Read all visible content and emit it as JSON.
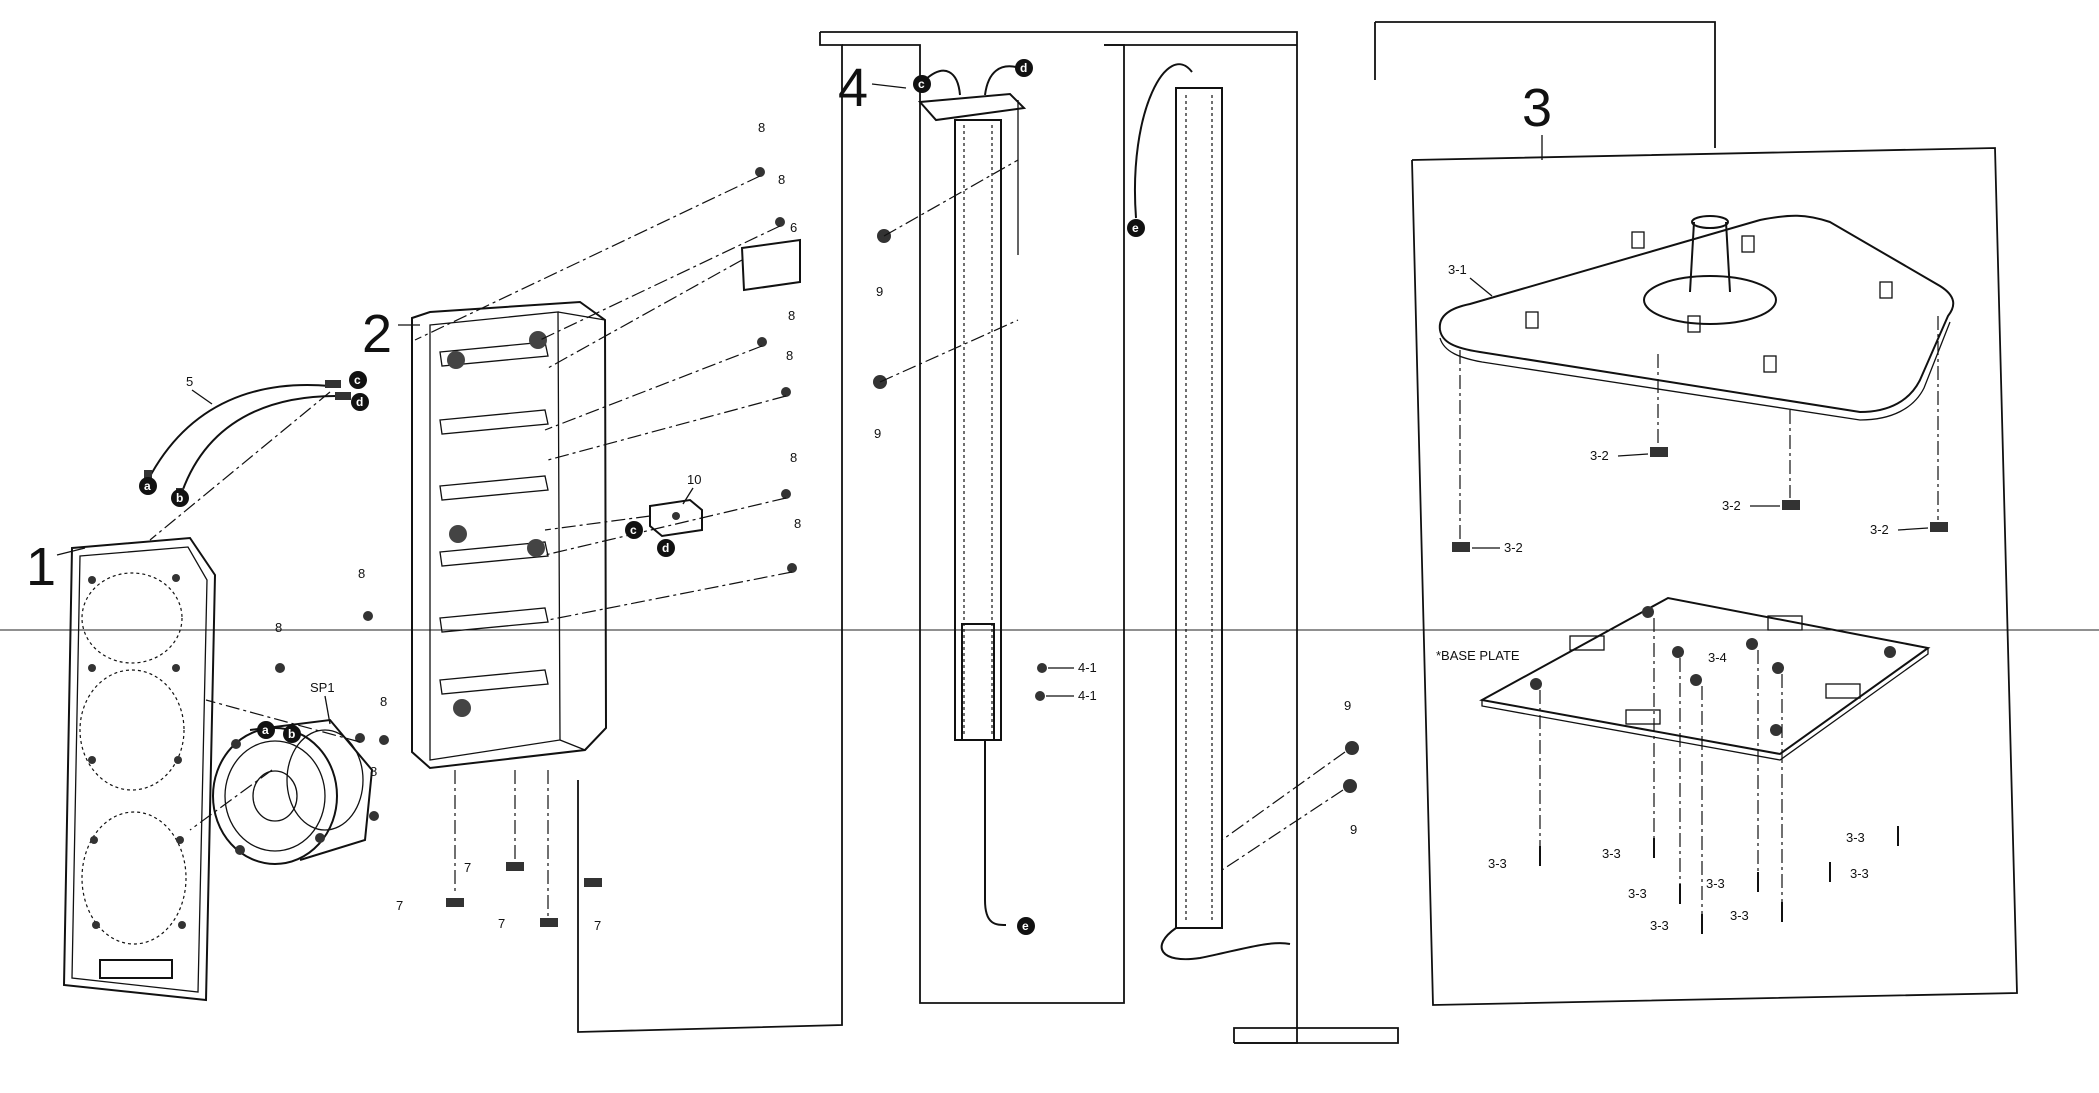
{
  "sections": {
    "s1": "1",
    "s2": "2",
    "s3": "3",
    "s4": "4"
  },
  "parts": {
    "p3_1": "3-1",
    "p3_2": "3-2",
    "p3_3": "3-3",
    "p3_4": "3-4",
    "p4_1": "4-1",
    "p5": "5",
    "p6": "6",
    "p7": "7",
    "p8": "8",
    "p9": "9",
    "p10": "10",
    "sp1": "SP1",
    "base_plate": "*BASE PLATE"
  },
  "connectors": {
    "a": "a",
    "b": "b",
    "c": "c",
    "d": "d",
    "e": "e"
  }
}
